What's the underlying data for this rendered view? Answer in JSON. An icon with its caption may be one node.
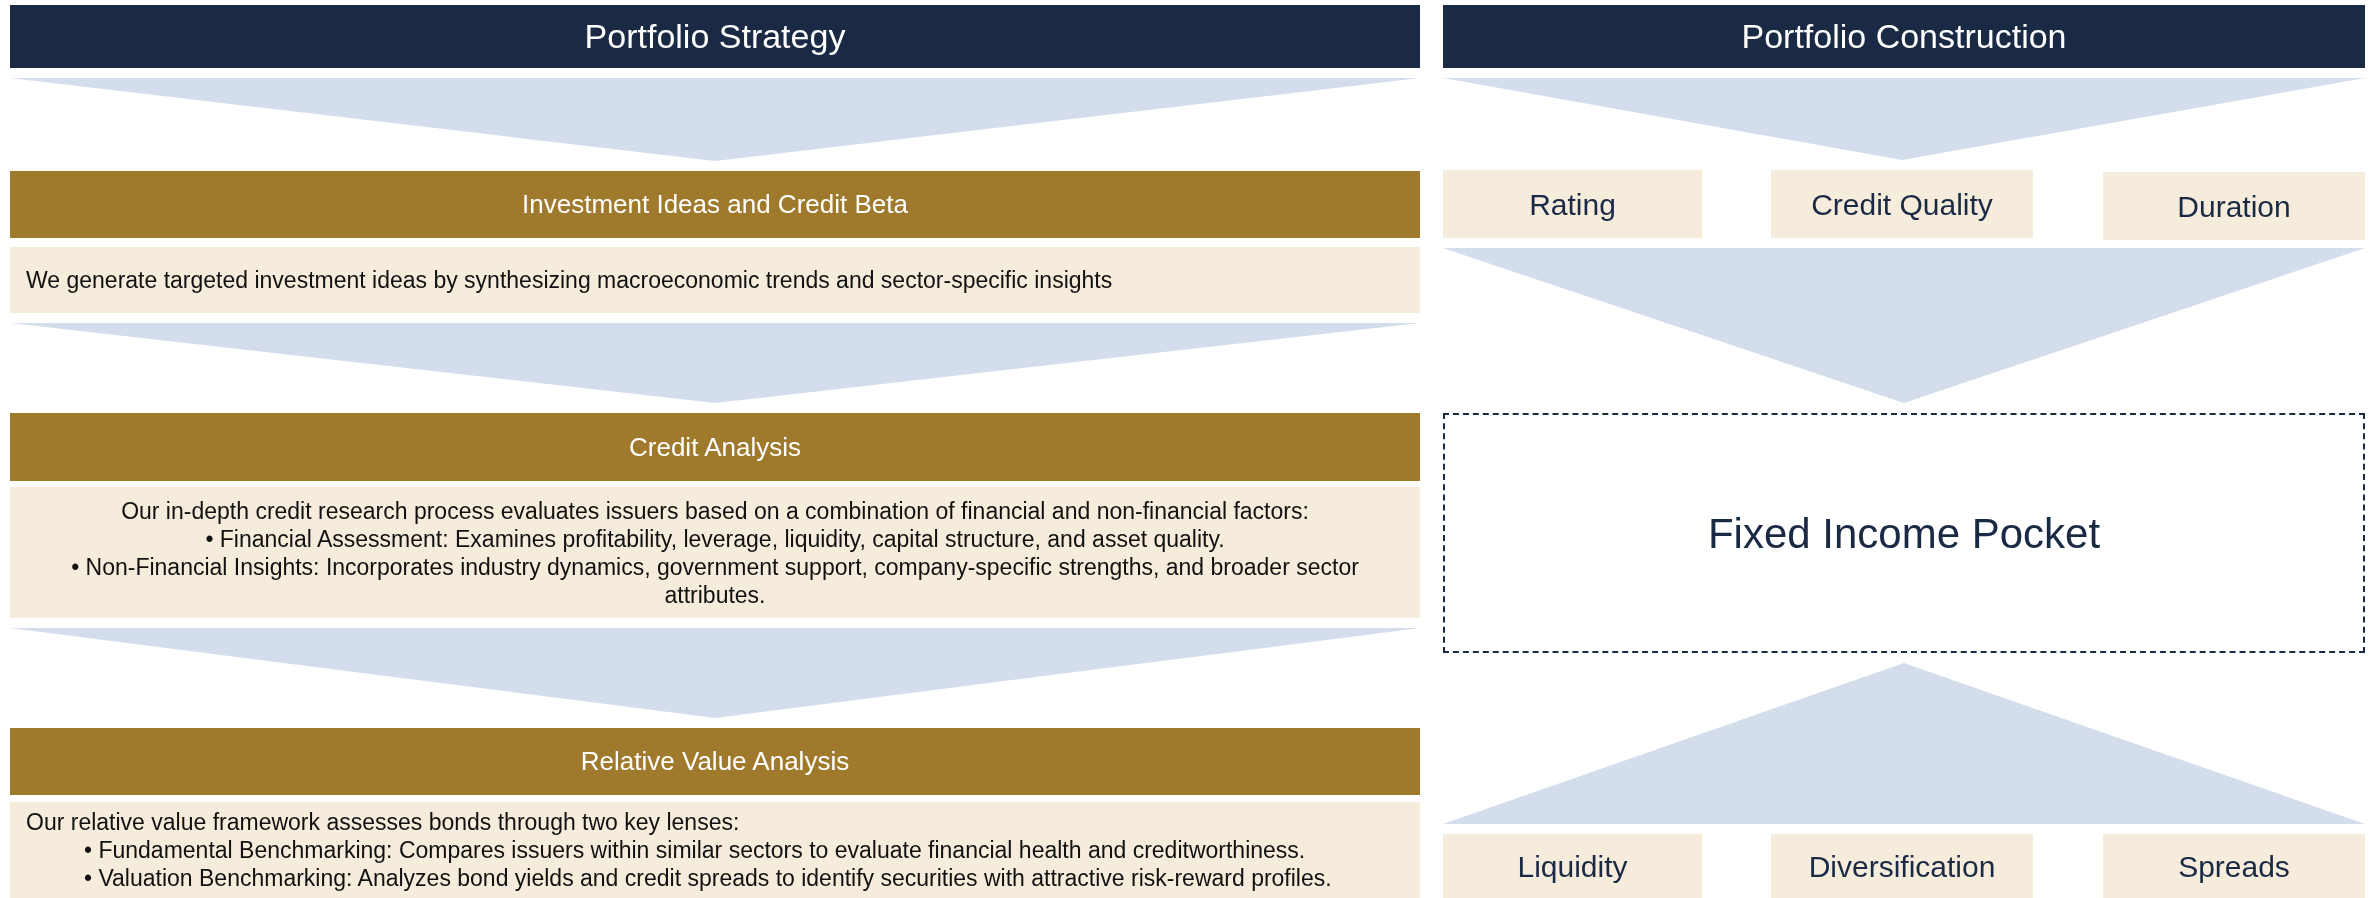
{
  "diagram": {
    "nodes": [
      {
        "text": [
          "Portfolio Strategy"
        ]
      },
      {
        "text": [
          "Investment Ideas and Credit Beta"
        ]
      },
      {
        "text": [
          "We generate targeted investment ideas by synthesizing macroeconomic trends and sector-specific insights"
        ]
      },
      {
        "text": [
          "Credit Analysis"
        ]
      },
      {
        "text": [
          "Our in-depth credit research process evaluates issuers based on a combination of financial and non-financial factors:",
          "• Financial Assessment: Examines profitability, leverage, liquidity, capital structure, and asset quality.",
          "• Non-Financial Insights: Incorporates industry dynamics, government support, company-specific strengths, and broader sector attributes."
        ]
      },
      {
        "text": [
          "Relative Value Analysis"
        ]
      },
      {
        "text": [
          "Our relative value framework assesses bonds through two key lenses:",
          "• Fundamental Benchmarking: Compares issuers within similar sectors to evaluate financial health and creditworthiness.",
          "• Valuation Benchmarking: Analyzes bond yields and credit spreads to identify securities with attractive risk-reward profiles."
        ]
      },
      {
        "text": [
          "Portfolio Construction"
        ]
      },
      {
        "text": [
          "Rating"
        ]
      },
      {
        "text": [
          "Credit Quality"
        ]
      },
      {
        "text": [
          "Duration"
        ]
      },
      {
        "text": [
          "Fixed Income Pocket"
        ]
      },
      {
        "text": [
          "Liquidity"
        ]
      },
      {
        "text": [
          "Diversification"
        ]
      },
      {
        "text": [
          "Spreads"
        ]
      }
    ],
    "edges": [
      {
        "from": 0,
        "to": 1,
        "arrow": "to"
      },
      {
        "from": 2,
        "to": 3,
        "arrow": "to"
      },
      {
        "from": 4,
        "to": 5,
        "arrow": "to"
      },
      {
        "from": 7,
        "to": 9,
        "arrow": "to"
      },
      {
        "from": 9,
        "to": 11,
        "arrow": "to"
      },
      {
        "from": 13,
        "to": 11,
        "arrow": "to"
      }
    ]
  }
}
